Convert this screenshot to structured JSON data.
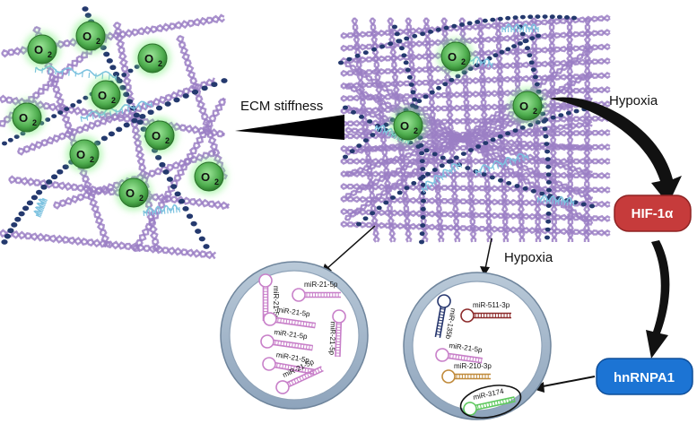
{
  "labels": {
    "ecm_stiffness": "ECM stiffness",
    "hypoxia_top": "Hypoxia",
    "hypoxia_mid": "Hypoxia",
    "hif": "HIF-1α",
    "hnrnpa1": "hnRNPA1",
    "o2_main": "O",
    "o2_sub": "2"
  },
  "vesicle_left_mirnas": [
    "miR-21-5p",
    "miR-21-5p",
    "miR-21-5p",
    "miR-21-5p",
    "miR-21-5p",
    "miR-21-5p",
    "miR-21-5p"
  ],
  "vesicle_right_mirnas": [
    "miR-135b",
    "miR-511-3p",
    "miR-21-5p",
    "miR-210-3p",
    "miR-3174"
  ],
  "colors": {
    "fiber_purple": "#9b7fc4",
    "fiber_blue": "#24396e",
    "fiber_light": "#7ec3e0",
    "o2_green": "#5cb85c",
    "hif_red": "#c63b3b",
    "hnrnpa1_blue": "#1c74d4",
    "vesicle_ring": "#9fb4c9",
    "mir_pink": "#c880c9",
    "mir_navy": "#26366e",
    "mir_maroon": "#8c2a2a",
    "mir_orange": "#c08a3a",
    "mir_green": "#5fc85f"
  }
}
